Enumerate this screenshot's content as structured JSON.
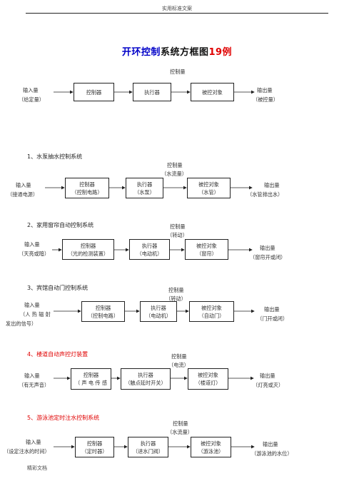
{
  "header": {
    "text": "实用标准文案"
  },
  "title": {
    "part1": "开环控制",
    "part2": "系统方框图",
    "part3": "19",
    "part4": "例"
  },
  "general": {
    "ctrl": "控制量",
    "in1": "输入量",
    "in2": "（给定量）",
    "b1": "控制器",
    "b2": "执行器",
    "b3": "被控对象",
    "out1": "输出量",
    "out2": "（被控量）"
  },
  "examples": [
    {
      "title": "1、水泵抽水控制系统",
      "ctrl1": "控制量",
      "ctrl2": "（水流量）",
      "in1": "输入量",
      "in2": "（接通电源）",
      "b1a": "控制器",
      "b1b": "（控制电路）",
      "b2a": "执行器",
      "b2b": "（水泵）",
      "b3a": "被控对象",
      "b3b": "（水管）",
      "out1": "输出量",
      "out2": "（水管排出水）"
    },
    {
      "title": "2、家用窗帘自动控制系统",
      "ctrl1": "控制量",
      "ctrl2": "（转动）",
      "in1": "输入量",
      "in2": "（天亮或暗）",
      "b1a": "控制器",
      "b1b": "（光的检测装置）",
      "b2a": "执行器",
      "b2b": "（电动机）",
      "b3a": "被控对象",
      "b3b": "（窗帘）",
      "out1": "输出量",
      "out2": "（窗帘开或闭）"
    },
    {
      "title": "3、宾馆自动门控制系统",
      "ctrl1": "控制量",
      "ctrl2": "（转动）",
      "in1": "输入量",
      "in2": "（人 热 辐 射",
      "in3": "发出的信号）",
      "b1a": "控制器",
      "b1b": "（控制电路）",
      "b2a": "执行器",
      "b2b": "（电动机）",
      "b3a": "被控对象",
      "b3b": "（自动门）",
      "out1": "输出量",
      "out2": "（门开或闭）"
    },
    {
      "title": "4、楼道自动声控灯装置",
      "ctrl1": "控制量",
      "ctrl2": "（电流）",
      "in1": "输入量",
      "in2": "（有无声音）",
      "b1a": "控制器",
      "b1b": "（ 声 电 传 感",
      "b2a": "执行器",
      "b2b": "（触点延时开关）",
      "b3a": "被控对象",
      "b3b": "（楼道灯）",
      "out1": "输出量",
      "out2": "（灯亮或灭）"
    },
    {
      "title": "5、游泳池定时注水控制系统",
      "ctrl1": "控制量",
      "ctrl2": "（水流量）",
      "in1": "输入量",
      "in2": "（设定注水的时间）",
      "b1a": "控制器",
      "b1b": "（定时器）",
      "b2a": "执行器",
      "b2b": "（进水门阀）",
      "b3a": "被控对象",
      "b3b": "（游泳池）",
      "out1": "输出量",
      "out2": "（游泳池的水位）"
    }
  ],
  "footer": {
    "text": "精彩文档"
  }
}
